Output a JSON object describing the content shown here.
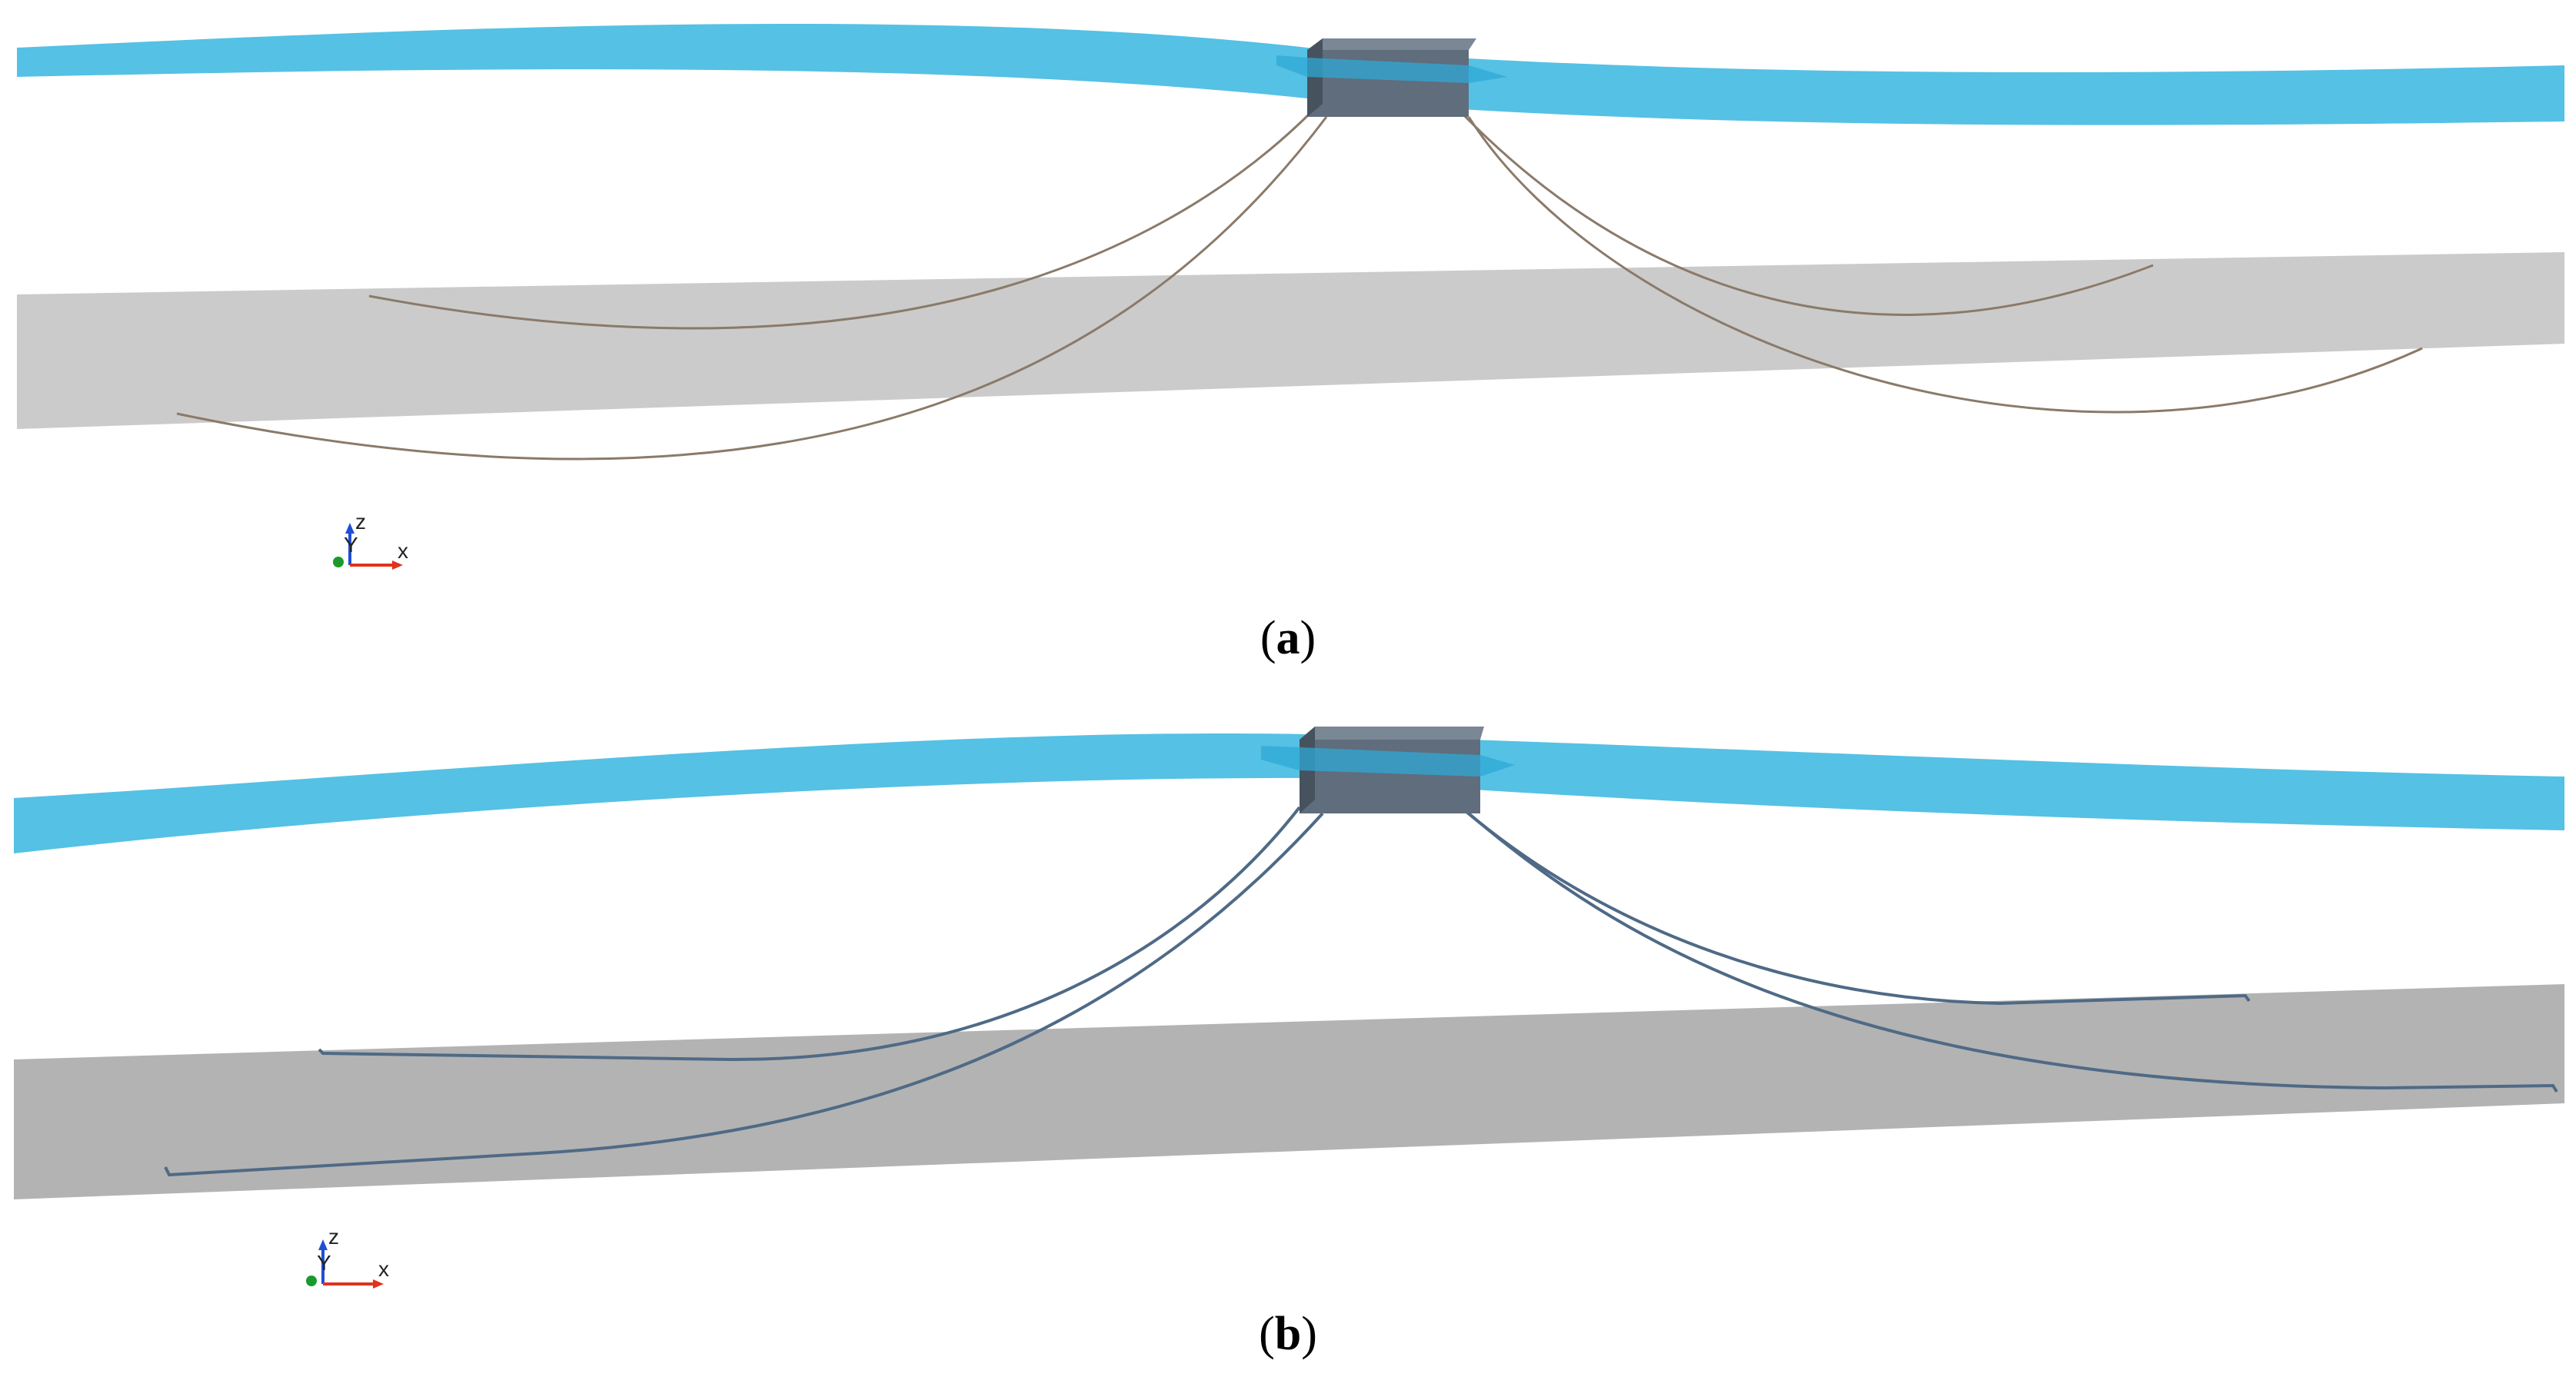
{
  "panels": [
    {
      "id": "a",
      "caption_open": "(",
      "caption_letter": "a",
      "caption_close": ")",
      "axis_labels": {
        "z": "z",
        "y": "Y",
        "x": "x"
      }
    },
    {
      "id": "b",
      "caption_open": "(",
      "caption_letter": "b",
      "caption_close": ")",
      "axis_labels": {
        "z": "z",
        "y": "Y",
        "x": "x"
      }
    }
  ],
  "colors": {
    "water_surface": "#55c1e4",
    "platform_top": "#7a8795",
    "platform_side": "#5f6d7c",
    "platform_dark": "#46525e",
    "seabed_a": "#cbcbcb",
    "seabed_b": "#b3b3b3",
    "mooring_a": "#8a7a6a",
    "mooring_b": "#4f6a86",
    "axis_z": "#1f4fd6",
    "axis_x": "#e0321e",
    "axis_y": "#1a9a2a"
  }
}
